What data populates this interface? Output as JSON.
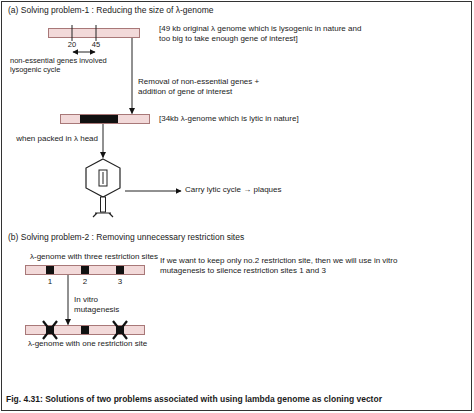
{
  "diagram": {
    "caption": "Fig. 4.31: Solutions of two problems associated with using lambda genome as cloning vector",
    "nodes": [
      {
        "text": [
          "[49 kb original λ genome which is lysogenic in nature and too big to take enough gene of interest]"
        ]
      },
      {
        "text": [
          "[34kb λ-genome which is lytic in nature]"
        ]
      },
      {
        "text": [
          "Carry lytic cycle → plaques"
        ]
      },
      {
        "text": [
          "λ-genome with three restriction sites"
        ]
      },
      {
        "text": [
          "λ-genome with one restriction site"
        ]
      }
    ],
    "edges": [
      {
        "from": 0,
        "to": 1,
        "arrow": "to",
        "label": "Removal of non-essential genes + addition of gene of interest"
      },
      {
        "from": 1,
        "to": 2,
        "arrow": "to",
        "label": "when packed in λ head"
      },
      {
        "from": 3,
        "to": 4,
        "arrow": "to",
        "label": "In vitro mutagenesis"
      }
    ],
    "labels": [
      "(a) Solving problem-1 : Reducing the size of λ-genome",
      "20",
      "45",
      "non-essential genes involved lysogenic cycle",
      "(b) Solving problem-2 : Removing unnecessary restriction sites",
      "1",
      "2",
      "3",
      "If we want to keep only no.2 restriction site, then we will use in vitro mutagenesis to silence restriction sites 1 and 3"
    ]
  }
}
